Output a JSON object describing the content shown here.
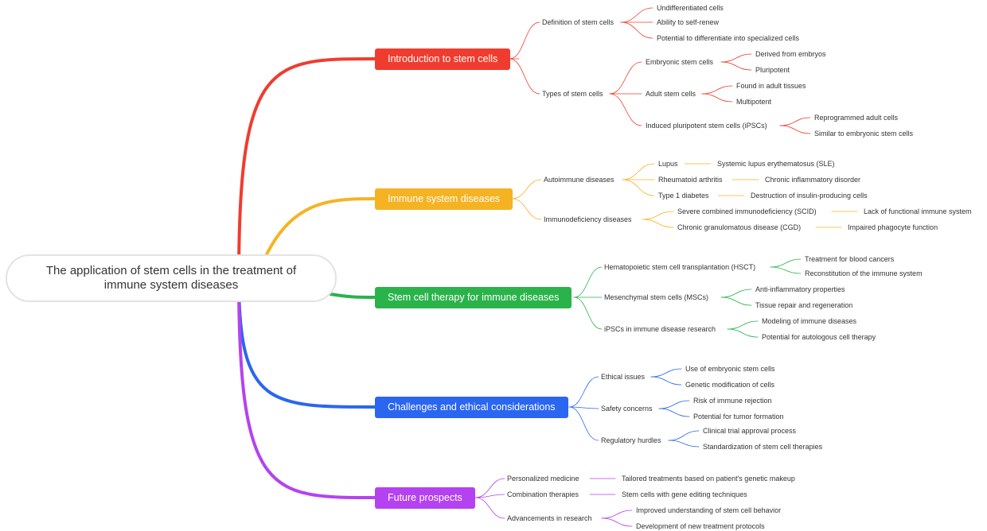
{
  "root": {
    "title": "The application of stem cells in the treatment of immune system diseases"
  },
  "colors": {
    "intro": "#f03c2e",
    "immune": "#f5b324",
    "therapy": "#2ab34a",
    "challenges": "#2a66f0",
    "future": "#b542f0"
  },
  "branches": {
    "intro": {
      "label": "Introduction to stem cells",
      "definition": {
        "label": "Definition of stem cells",
        "items": [
          "Undifferentiated cells",
          "Ability to self-renew",
          "Potential to differentiate into specialized cells"
        ]
      },
      "types": {
        "label": "Types of stem cells",
        "embryonic": {
          "label": "Embryonic stem cells",
          "items": [
            "Derived from embryos",
            "Pluripotent"
          ]
        },
        "adult": {
          "label": "Adult stem cells",
          "items": [
            "Found in adult tissues",
            "Multipotent"
          ]
        },
        "ipsc": {
          "label": "Induced pluripotent stem cells (iPSCs)",
          "items": [
            "Reprogrammed adult cells",
            "Similar to embryonic stem cells"
          ]
        }
      }
    },
    "immune": {
      "label": "Immune system diseases",
      "autoimmune": {
        "label": "Autoimmune diseases",
        "lupus": {
          "label": "Lupus",
          "detail": "Systemic lupus erythematosus (SLE)"
        },
        "ra": {
          "label": "Rheumatoid arthritis",
          "detail": "Chronic inflammatory disorder"
        },
        "t1d": {
          "label": "Type 1 diabetes",
          "detail": "Destruction of insulin-producing cells"
        }
      },
      "immunodeficiency": {
        "label": "Immunodeficiency diseases",
        "scid": {
          "label": "Severe combined immunodeficiency (SCID)",
          "detail": "Lack of functional immune system"
        },
        "cgd": {
          "label": "Chronic granulomatous disease (CGD)",
          "detail": "Impaired phagocyte function"
        }
      }
    },
    "therapy": {
      "label": "Stem cell therapy for immune diseases",
      "hsct": {
        "label": "Hematopoietic stem cell transplantation (HSCT)",
        "items": [
          "Treatment for blood cancers",
          "Reconstitution of the immune system"
        ]
      },
      "msc": {
        "label": "Mesenchymal stem cells (MSCs)",
        "items": [
          "Anti-inflammatory properties",
          "Tissue repair and regeneration"
        ]
      },
      "ipsc": {
        "label": "iPSCs in immune disease research",
        "items": [
          "Modeling of immune diseases",
          "Potential for autologous cell therapy"
        ]
      }
    },
    "challenges": {
      "label": "Challenges and ethical considerations",
      "ethical": {
        "label": "Ethical issues",
        "items": [
          "Use of embryonic stem cells",
          "Genetic modification of cells"
        ]
      },
      "safety": {
        "label": "Safety concerns",
        "items": [
          "Risk of immune rejection",
          "Potential for tumor formation"
        ]
      },
      "regulatory": {
        "label": "Regulatory hurdles",
        "items": [
          "Clinical trial approval process",
          "Standardization of stem cell therapies"
        ]
      }
    },
    "future": {
      "label": "Future prospects",
      "personalized": {
        "label": "Personalized medicine",
        "detail": "Tailored treatments based on patient's genetic makeup"
      },
      "combination": {
        "label": "Combination therapies",
        "detail": "Stem cells with gene editing techniques"
      },
      "advancements": {
        "label": "Advancements in research",
        "items": [
          "Improved understanding of stem cell behavior",
          "Development of new treatment protocols"
        ]
      }
    }
  }
}
